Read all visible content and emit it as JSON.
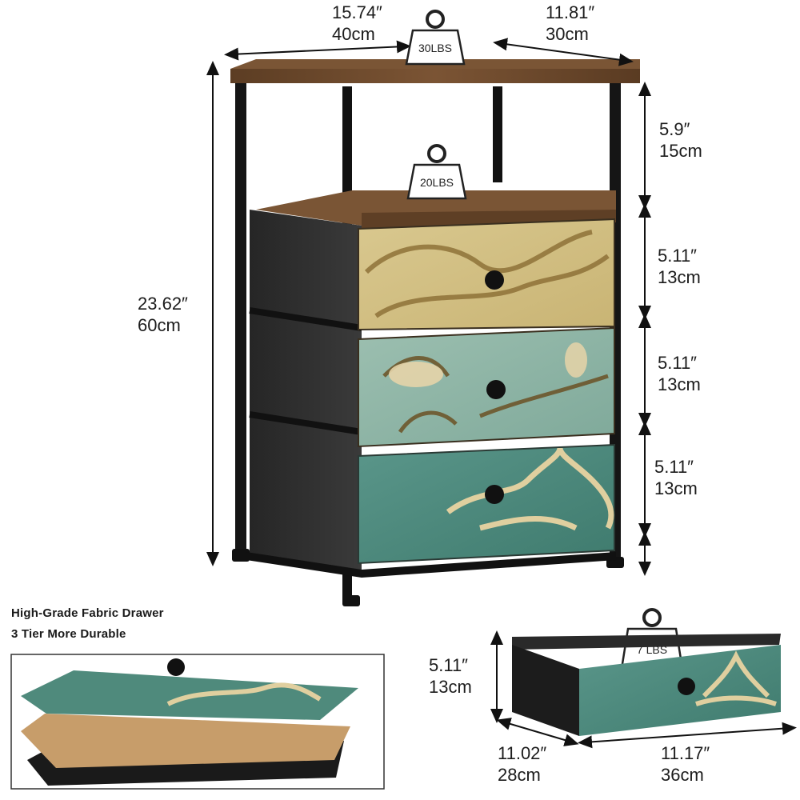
{
  "product": {
    "top_width": {
      "inch": "15.74″",
      "cm": "40cm"
    },
    "top_depth": {
      "inch": "11.81″",
      "cm": "30cm"
    },
    "total_height": {
      "inch": "23.62″",
      "cm": "60cm"
    },
    "shelf_height": {
      "inch": "5.9″",
      "cm": "15cm"
    },
    "drawer_heights": [
      {
        "inch": "5.11″",
        "cm": "13cm"
      },
      {
        "inch": "5.11″",
        "cm": "13cm"
      },
      {
        "inch": "5.11″",
        "cm": "13cm"
      }
    ],
    "weights": {
      "top": "30LBS",
      "shelf": "20LBS",
      "drawer": "7 LBS"
    }
  },
  "features": {
    "line1": "High-Grade Fabric Drawer",
    "line2": "3 Tier More Durable"
  },
  "drawer_detail": {
    "height": {
      "inch": "5.11″",
      "cm": "13cm"
    },
    "depth": {
      "inch": "11.02″",
      "cm": "28cm"
    },
    "width": {
      "inch": "11.17″",
      "cm": "36cm"
    }
  },
  "colors": {
    "frame": "#1a1a1a",
    "wood": "#6e4a2c",
    "fabric": "#2f2f2f",
    "drawer_top": "#d6c289",
    "drawer_middle": "#8fb3a5",
    "drawer_bottom": "#4f8a7c",
    "ornament": "#d8c79a"
  }
}
